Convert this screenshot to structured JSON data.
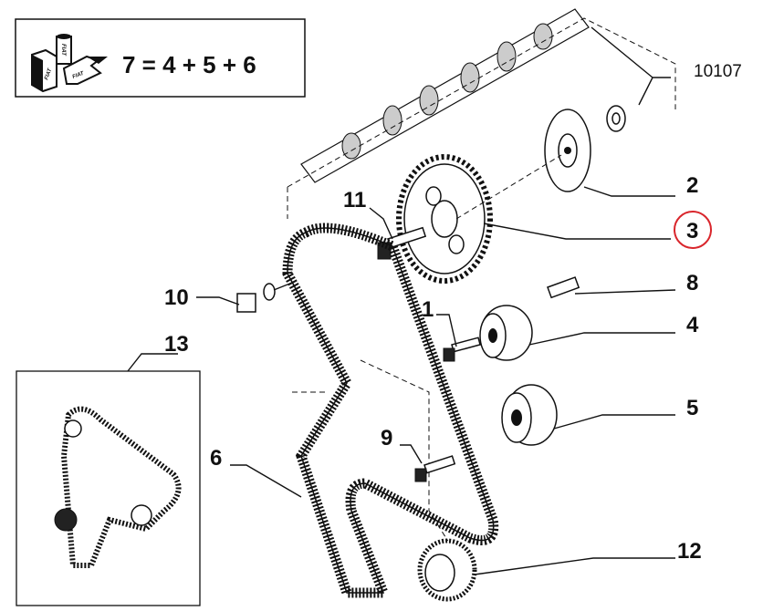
{
  "legend_box": {
    "equation": "7 = 4 + 5 + 6",
    "kit_icon_text": "FIAT"
  },
  "callouts": {
    "c10107": "10107",
    "c2": "2",
    "c3": "3",
    "c8": "8",
    "c4": "4",
    "c5": "5",
    "c12": "12",
    "c11": "11",
    "c10": "10",
    "c1": "1",
    "c13": "13",
    "c9": "9",
    "c6": "6"
  },
  "highlight_color": "#d9262c"
}
